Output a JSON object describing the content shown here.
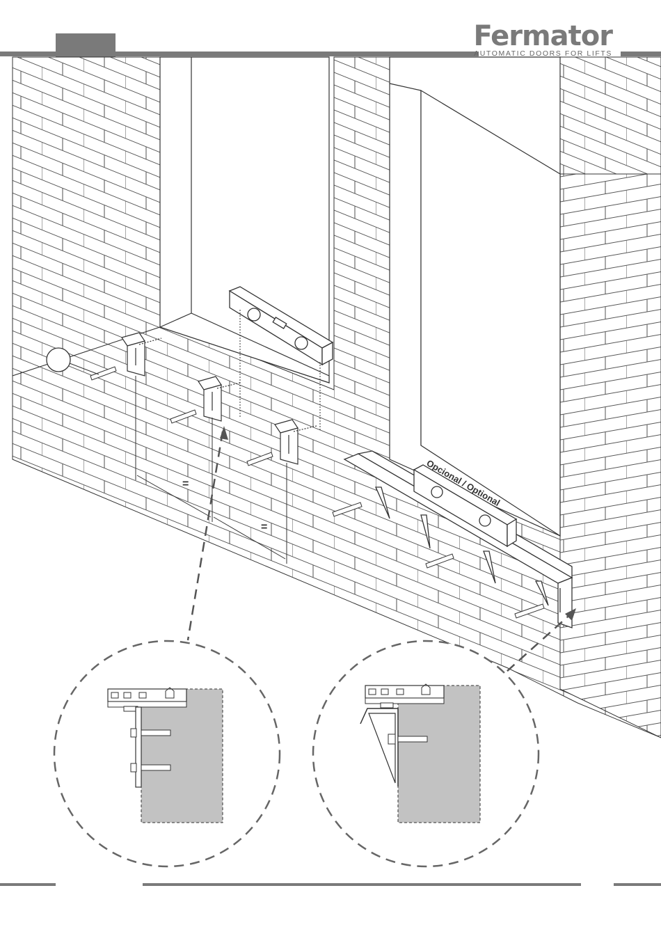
{
  "header": {
    "brand": "Fermator",
    "tagline": "AUTOMATIC DOORS FOR LIFTS"
  },
  "figure": {
    "optional_label": "Opcional / Optional",
    "equal_mark_1": "=",
    "equal_mark_2": "=",
    "callout_label": ""
  },
  "colors": {
    "rule": "#7a7a7a",
    "wall_section": "#c2c2c2",
    "line": "#333333"
  },
  "icons": [
    "spirit-level-icon",
    "l-bracket-icon",
    "anchor-bolt-icon",
    "mounting-rail-icon"
  ]
}
